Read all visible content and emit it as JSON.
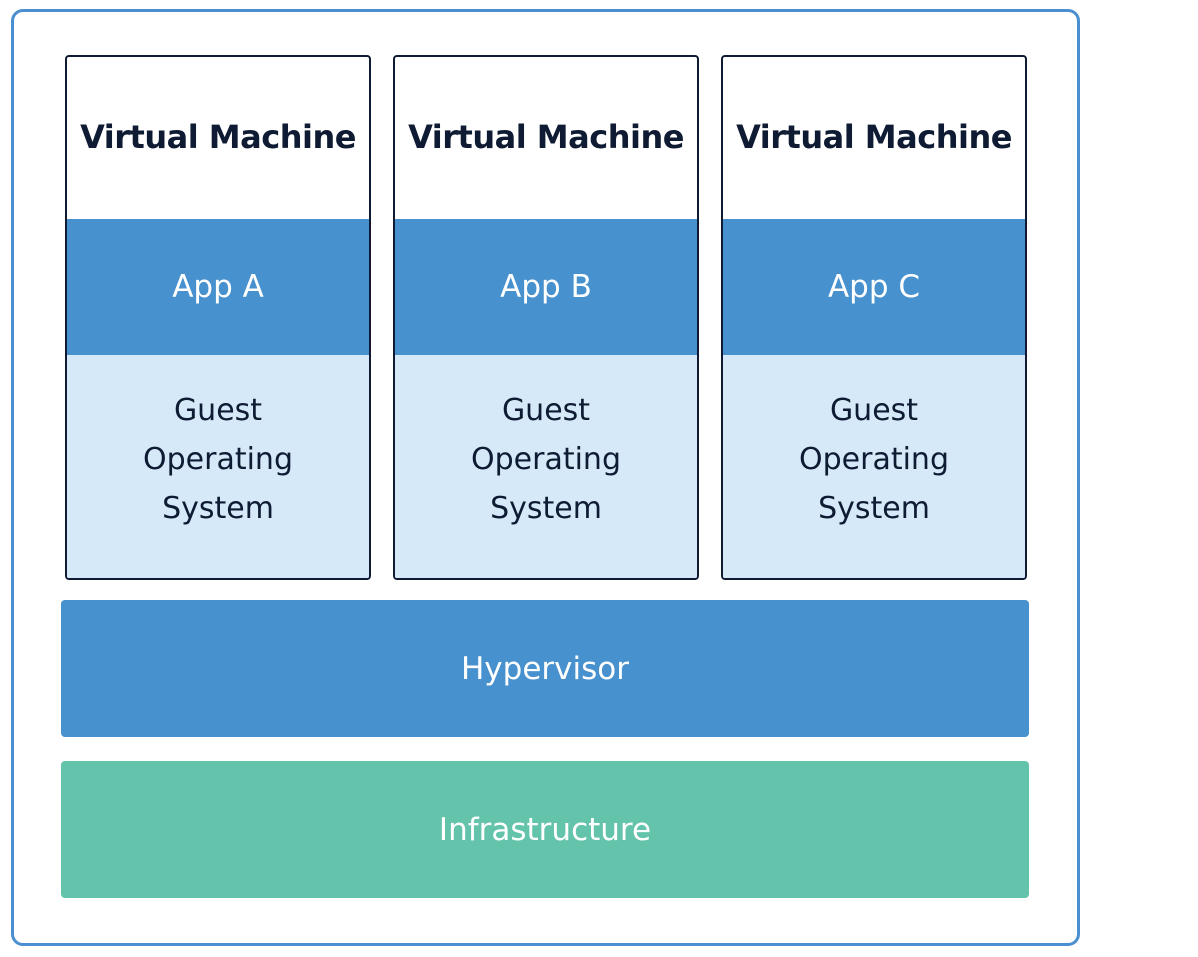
{
  "virtual_machines": [
    {
      "title": "Virtual Machine",
      "app": "App A",
      "guest_os": "Guest\nOperating\nSystem"
    },
    {
      "title": "Virtual Machine",
      "app": "App B",
      "guest_os": "Guest\nOperating\nSystem"
    },
    {
      "title": "Virtual Machine",
      "app": "App C",
      "guest_os": "Guest\nOperating\nSystem"
    }
  ],
  "hypervisor": {
    "label": "Hypervisor"
  },
  "infrastructure": {
    "label": "Infrastructure"
  },
  "colors": {
    "frame_border": "#4a8fcf",
    "app_blue": "#4791ce",
    "guest_os_light_blue": "#d5e9f8",
    "infrastructure_green": "#63c3ab",
    "dark_text": "#0e1b33"
  }
}
